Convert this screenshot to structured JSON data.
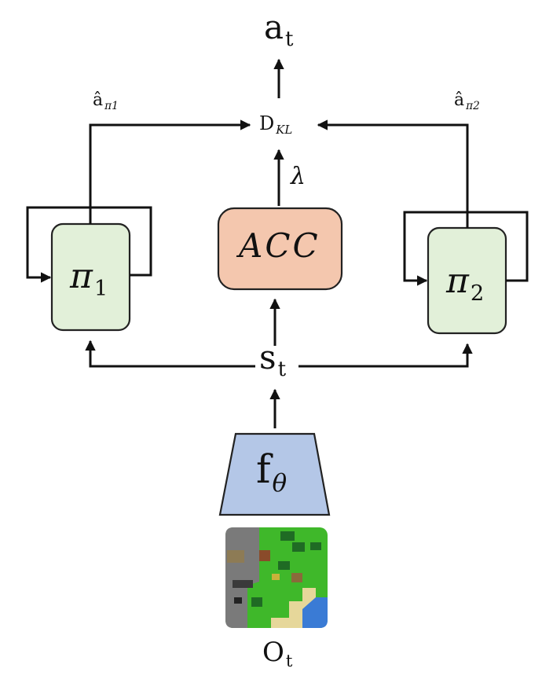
{
  "top_output": {
    "base": "a",
    "sub": "t"
  },
  "head1_action": {
    "base": "â",
    "sub": "π1"
  },
  "head2_action": {
    "base": "â",
    "sub": "π2"
  },
  "kl_node": {
    "base": "D",
    "sub": "KL"
  },
  "lambda_label": "λ",
  "acc_box": {
    "label": "ACC",
    "fill": "#f4c7ae",
    "stroke": "#222222"
  },
  "policy1": {
    "base": "π",
    "sub": "1",
    "fill": "#e2f0d9",
    "stroke": "#222222"
  },
  "policy2": {
    "base": "π",
    "sub": "2",
    "fill": "#e2f0d9",
    "stroke": "#222222"
  },
  "state_node": {
    "base": "s",
    "sub": "t"
  },
  "encoder": {
    "base": "f",
    "sub": "θ",
    "fill": "#b4c7e7",
    "stroke": "#222222"
  },
  "observation": {
    "base": "O",
    "sub": "t"
  },
  "colors": {
    "arrow": "#111111",
    "grass": "#3fb82a",
    "stone": "#7a7a7a",
    "sand": "#e6d79a",
    "water": "#3a7bd5",
    "tree": "#1f6b24"
  },
  "icons": {
    "observation_image": "game-observation-icon"
  }
}
